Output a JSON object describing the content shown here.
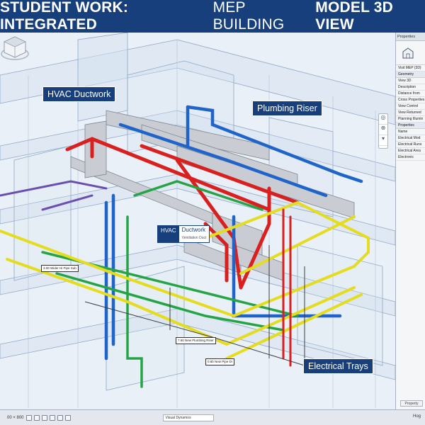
{
  "banner": {
    "title_part1": "STUDENT WORK: INTEGRATED",
    "title_part2": "MEP BUILDING",
    "title_part3": "MODEL 3D VIEW"
  },
  "callouts": {
    "hvac_ductwork": "HVAC Ductwork",
    "plumbing_riser": "Plumbing Riser",
    "electrical_trays": "Electrical Trays",
    "hvac_tag": "HVAC",
    "ductwork_label": "Ductwork",
    "ductwork_sub": "Ventilation Duct"
  },
  "notes": {
    "pipe_note_left": "3.00 Wider Hi Pipe Sub",
    "plumbing_note": "7.60 New Plumbing Riser",
    "pipe_note_right": "0.6b New Pipe Dr"
  },
  "properties_panel": {
    "header": "Properties",
    "type_row": "Visit MEP (3D)",
    "rows": [
      {
        "label": "Geometry",
        "section": true
      },
      {
        "label": "View 3D"
      },
      {
        "label": "Description"
      },
      {
        "label": "Distance from"
      },
      {
        "label": "Cross Properties"
      },
      {
        "label": "View Control"
      },
      {
        "label": "View Returned"
      },
      {
        "label": "Planning Illumin"
      },
      {
        "label": "Properties",
        "section": true
      },
      {
        "label": "Name"
      },
      {
        "label": "Electrical Mod"
      },
      {
        "label": "Electrical Runs"
      },
      {
        "label": "Electrical Area"
      },
      {
        "label": "Electronic"
      }
    ],
    "apply_button": "Property"
  },
  "statusbar": {
    "scale": "00 × 800",
    "view_field": "Visual Dynamos",
    "right_text": "Hog"
  },
  "colors": {
    "banner": "#163f7c",
    "hvac_supply": "#d9201f",
    "plumbing": "#1f64c8",
    "electrical": "#e4dc1c",
    "green_pipe": "#25a445",
    "purple_pipe": "#6a4fb0",
    "duct": "#c9cdd3"
  }
}
